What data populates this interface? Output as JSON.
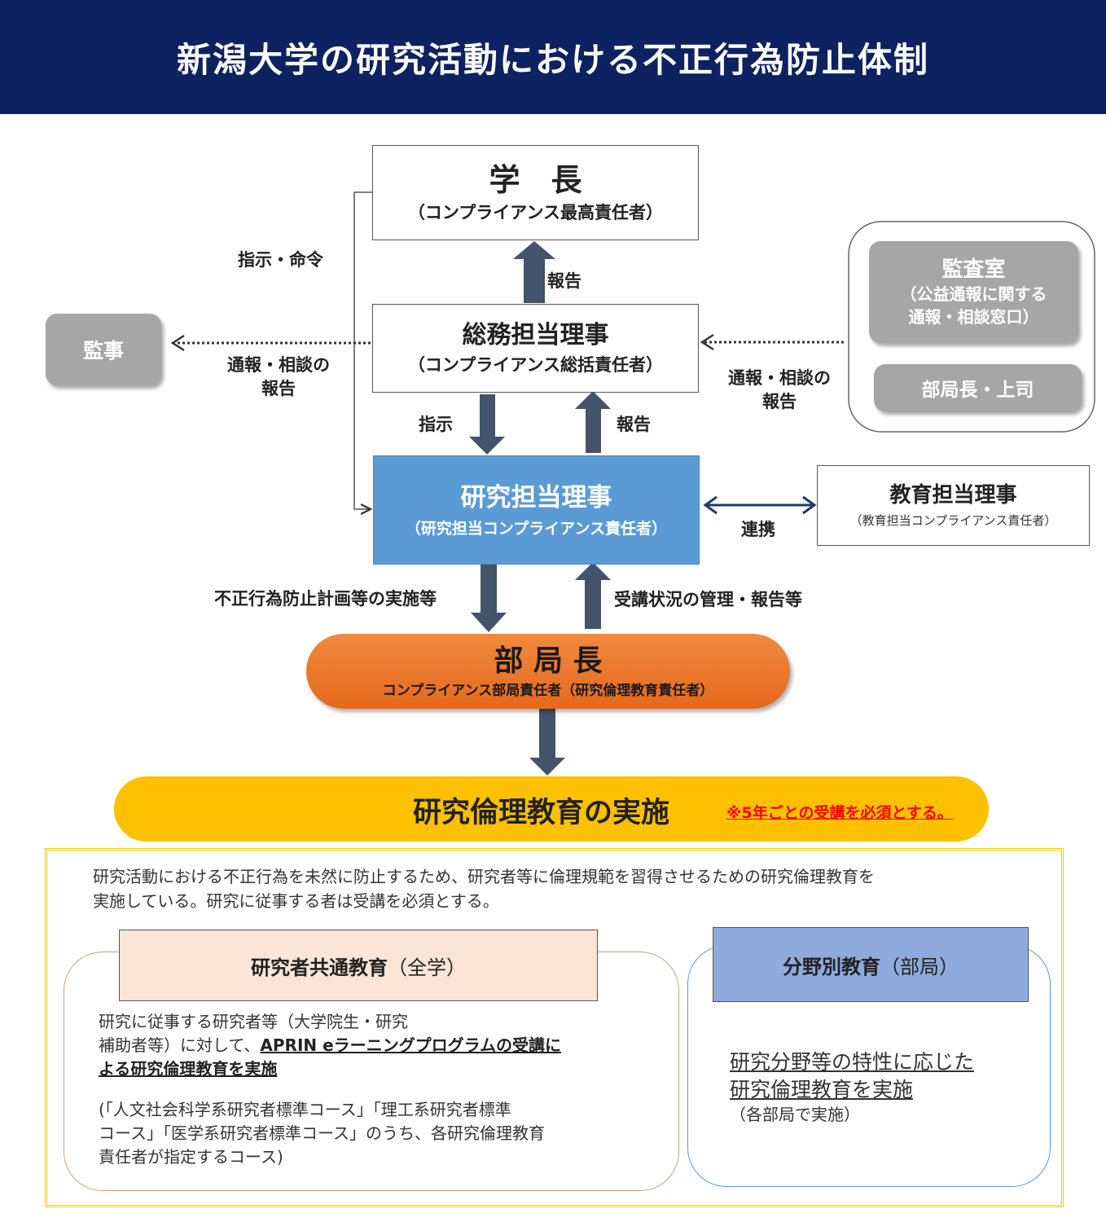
{
  "header": {
    "title": "新潟大学の研究活動における不正行為防止体制"
  },
  "president": {
    "title": "学　長",
    "subtitle": "（コンプライアンス最高責任者）"
  },
  "general_director": {
    "title": "総務担当理事",
    "subtitle": "（コンプライアンス総括責任者）"
  },
  "research_director": {
    "title": "研究担当理事",
    "subtitle": "（研究担当コンプライアンス責任者）"
  },
  "education_director": {
    "title": "教育担当理事",
    "subtitle": "（教育担当コンプライアンス責任者）"
  },
  "department_head": {
    "title": "部 局 長",
    "subtitle": "コンプライアンス部局責任者（研究倫理教育責任者）"
  },
  "auditor": {
    "label": "監事"
  },
  "audit_office": {
    "title": "監査室",
    "line1": "（公益通報に関する",
    "line2": "通報・相談窓口）"
  },
  "supervisor": {
    "label": "部局長・上司"
  },
  "labels": {
    "instruct_order": "指示・命令",
    "report_up": "報告",
    "report_consult_left_1": "通報・相談の",
    "report_consult_left_2": "報告",
    "report_consult_right_1": "通報・相談の",
    "report_consult_right_2": "報告",
    "instruct": "指示",
    "report_mid": "報告",
    "cooperate": "連携",
    "implement_plan": "不正行為防止計画等の実施等",
    "manage_report": "受講状況の管理・報告等"
  },
  "ethics": {
    "banner": "研究倫理教育の実施",
    "note": "※5年ごとの受講を必須とする。",
    "intro_line1": "研究活動における不正行為を未然に防止するため、研究者等に倫理規範を習得させるための研究倫理教育を",
    "intro_line2": "実施している。研究に従事する者は受講を必須とする。"
  },
  "common_edu": {
    "title": "研究者共通教育",
    "scope": "（全学）",
    "line1": "研究に従事する研究者等（大学院生・研究",
    "line2a": "補助者等）に対して、",
    "line2b": "APRIN eラーニングプログラムの受講に",
    "line3": "よる研究倫理教育を実施",
    "course1": "(「人文社会科学系研究者標準コース」「理工系研究者標準",
    "course2": "コース」「医学系研究者標準コース」のうち、各研究倫理教育",
    "course3": "責任者が指定するコース)"
  },
  "field_edu": {
    "title": "分野別教育",
    "scope": "（部局）",
    "line1": "研究分野等の特性に応じた",
    "line2": "研究倫理教育を実施",
    "line3": "（各部局で実施）"
  },
  "colors": {
    "header_bg": "#0e2160",
    "research_box": "#5b9bd5",
    "arrow": "#44546a",
    "dept_orange": "#ed7d31",
    "banner_yellow": "#ffc000",
    "note_red": "#ff0000",
    "common_title_bg": "#fbe5d6",
    "field_title_bg": "#8faadc",
    "gray_button": "#a6a6a6"
  }
}
